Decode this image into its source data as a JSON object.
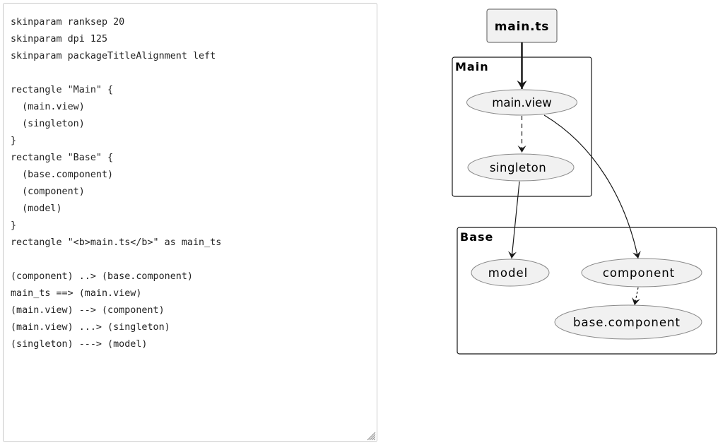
{
  "editor": {
    "lines": [
      "skinparam ranksep 20",
      "skinparam dpi 125",
      "skinparam packageTitleAlignment left",
      "",
      "rectangle \"Main\" {",
      "  (main.view)",
      "  (singleton)",
      "}",
      "rectangle \"Base\" {",
      "  (base.component)",
      "  (component)",
      "  (model)",
      "}",
      "rectangle \"<b>main.ts</b>\" as main_ts",
      "",
      "(component) ..> (base.component)",
      "main_ts ==> (main.view)",
      "(main.view) --> (component)",
      "(main.view) ...> (singleton)",
      "(singleton) ---> (model)"
    ]
  },
  "diagram": {
    "root_node": {
      "label": "main.ts"
    },
    "groups": [
      {
        "label": "Main"
      },
      {
        "label": "Base"
      }
    ],
    "usecases": {
      "main_view": "main.view",
      "singleton": "singleton",
      "model": "model",
      "component": "component",
      "base_component": "base.component"
    },
    "edges": [
      {
        "from": "component",
        "to": "base.component",
        "style": "dotted"
      },
      {
        "from": "main.ts",
        "to": "main.view",
        "style": "bold"
      },
      {
        "from": "main.view",
        "to": "component",
        "style": "solid"
      },
      {
        "from": "main.view",
        "to": "singleton",
        "style": "dashed"
      },
      {
        "from": "singleton",
        "to": "model",
        "style": "solid"
      }
    ],
    "colors": {
      "node_fill": "#f1f1f1",
      "node_stroke": "#181818",
      "ellipse_stroke": "#8a8a8a",
      "edge": "#181818"
    }
  }
}
